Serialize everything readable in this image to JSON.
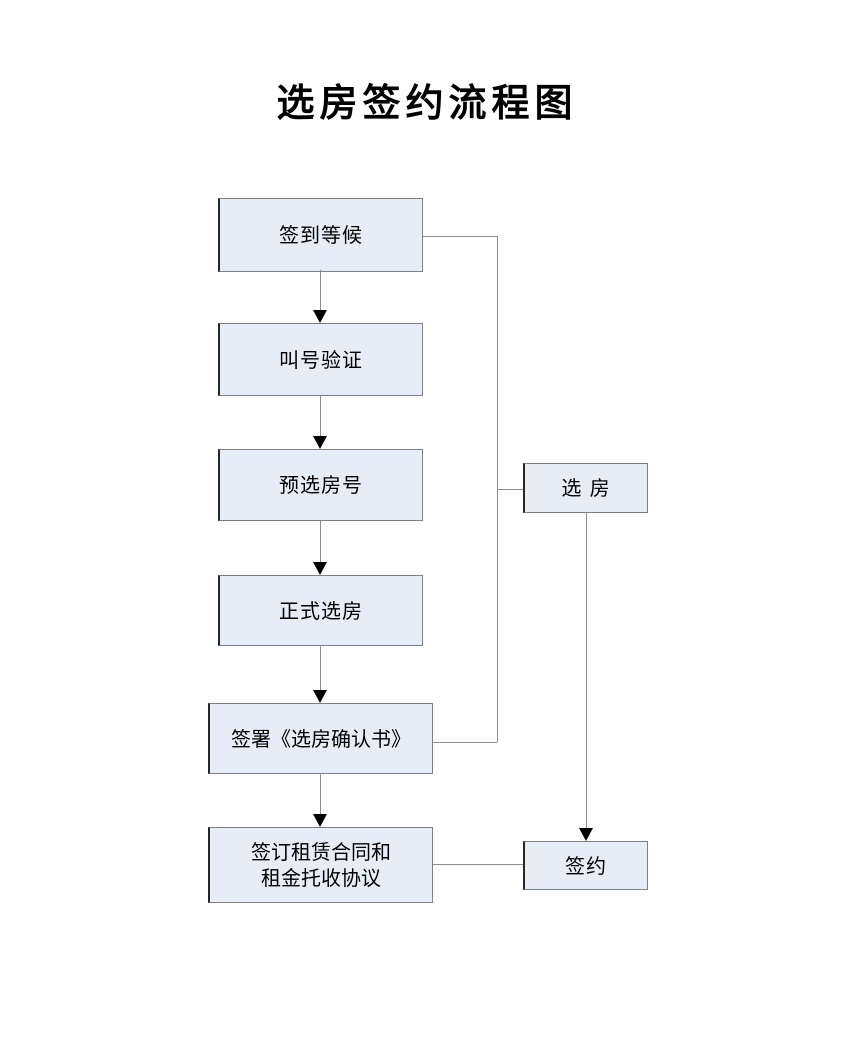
{
  "title": "选房签约流程图",
  "colors": {
    "background": "#ffffff",
    "box_fill": "#e6edf7",
    "box_border": "#808080",
    "box_border_dark": "#262626",
    "line": "#8f8f8f",
    "arrowhead": "#000000",
    "text": "#000000"
  },
  "flow": {
    "steps": [
      {
        "label": "签到等候"
      },
      {
        "label": "叫号验证"
      },
      {
        "label": "预选房号"
      },
      {
        "label": "正式选房"
      },
      {
        "label": "签署《选房确认书》"
      },
      {
        "line1": "签订租赁合同和",
        "line2": "租金托收协议"
      }
    ],
    "phases": [
      {
        "label": "选 房"
      },
      {
        "label": "签约"
      }
    ],
    "edges": [
      {
        "from": "签到等候",
        "to": "叫号验证",
        "style": "arrow"
      },
      {
        "from": "叫号验证",
        "to": "预选房号",
        "style": "arrow"
      },
      {
        "from": "预选房号",
        "to": "正式选房",
        "style": "arrow"
      },
      {
        "from": "正式选房",
        "to": "签署《选房确认书》",
        "style": "arrow"
      },
      {
        "from": "签署《选房确认书》",
        "to": "签订租赁合同和租金托收协议",
        "style": "arrow"
      },
      {
        "from": "签到等候",
        "to": "选 房",
        "style": "bracket-line"
      },
      {
        "from": "签署《选房确认书》",
        "to": "选 房",
        "style": "bracket-line"
      },
      {
        "from": "选 房",
        "to": "签约",
        "style": "arrow"
      },
      {
        "from": "签订租赁合同和租金托收协议",
        "to": "签约",
        "style": "line"
      }
    ]
  }
}
